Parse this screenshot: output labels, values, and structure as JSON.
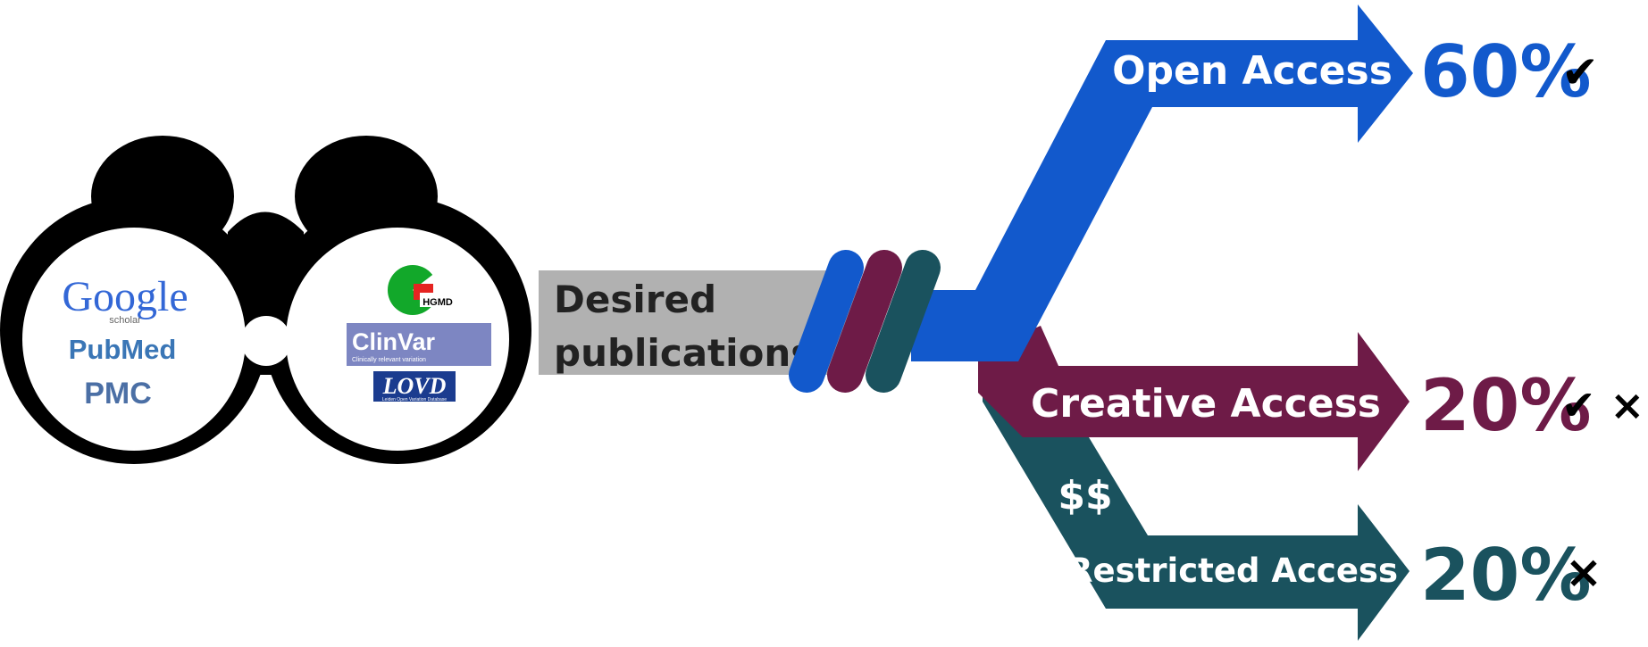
{
  "colors": {
    "open": "#1259cc",
    "creative": "#6e1b47",
    "restricted": "#1a525e",
    "binoculars": "#000000",
    "desired_box": "#b1b1b1"
  },
  "logos": {
    "google": "Google",
    "google_sub": "scholar",
    "pubmed": "PubMed",
    "pmc": "PMC",
    "hgmd": "HGMD",
    "clinvar": "ClinVar",
    "clinvar_sub": "Clinically relevant variation",
    "lovd": "LOVD",
    "lovd_sub": "Leiden Open Variation Database"
  },
  "desired": {
    "line1": "Desired",
    "line2": "publications"
  },
  "branches": [
    {
      "id": "open",
      "label": "Open Access",
      "percent": "60%",
      "marks": "✔"
    },
    {
      "id": "creative",
      "label": "Creative Access",
      "percent": "20%",
      "marks": "✔ ×"
    },
    {
      "id": "restricted",
      "label": "Restricted Access",
      "percent": "20%",
      "marks": "×"
    }
  ],
  "cost_label": "$$"
}
